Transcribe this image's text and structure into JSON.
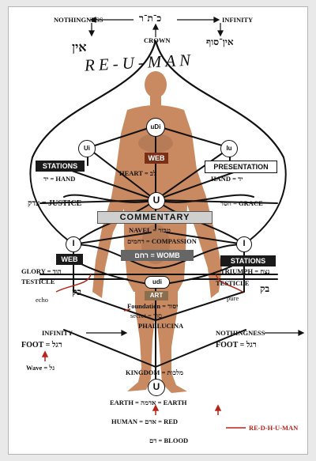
{
  "colors": {
    "ink": "#111111",
    "red": "#b4261b",
    "background": "#ffffff",
    "skin": "#c98a62"
  },
  "top": {
    "nothingness": "NOTHINGNESS",
    "infinity": "INFINITY",
    "crown": "CROWN",
    "hebrew_top": "כ־ת־ר",
    "hebrew_ayin_sof": "אין־סוף",
    "hebrew_ayin": "אין",
    "title": "RE-U-MAN"
  },
  "nodes": {
    "udi": "uDi",
    "ui": "Ui",
    "iu": "Iu",
    "u_center": "U",
    "i_left": "I",
    "i_right": "I",
    "u_bottom": "U"
  },
  "boxes": {
    "stations_left": "STATIONS",
    "web_top": "WEB",
    "presentation": "PRESENTATION",
    "commentary": "COMMENTARY",
    "web_left": "WEB",
    "womb": "רחם = WOMB",
    "stations_right": "STATIONS",
    "udi_small": "udi",
    "art": "ART"
  },
  "labels": {
    "heart": "HEART = לב",
    "hand_left": "יד = HAND",
    "hand_right": "HAND = יד",
    "justice": "צדק = JUSTICE",
    "grace": "חסד = GRACE",
    "navel": "NAVEL = טבור",
    "compassion": "רחמים = COMPASSION",
    "glory": "GLORY = הוד",
    "testicle_left": "TESTICLE",
    "hebrew_left_small": "בק",
    "echo": "echo",
    "triumph": "TRIUMPH = נצח",
    "testicle_right": "TESTICLE",
    "hebrew_right_small": "בק",
    "pure": "pure",
    "foundation": "Foundation = יסוד",
    "secret": "secret = סוד",
    "phallucina": "PHALLUCINA",
    "infinity_left": "INFINITY",
    "nothingness_right": "NOTHINGNESS",
    "foot_left": "FOOT = רגל",
    "foot_right": "FOOT = רגל",
    "wave": "Wave = גל",
    "kingdom": "KINGDOM = מלכות",
    "earth": "EARTH = אדמה = EARTH",
    "human": "HUMAN = אדם = RED",
    "blood": "דם = BLOOD",
    "red_human": "RE-D-H-U-MAN"
  }
}
